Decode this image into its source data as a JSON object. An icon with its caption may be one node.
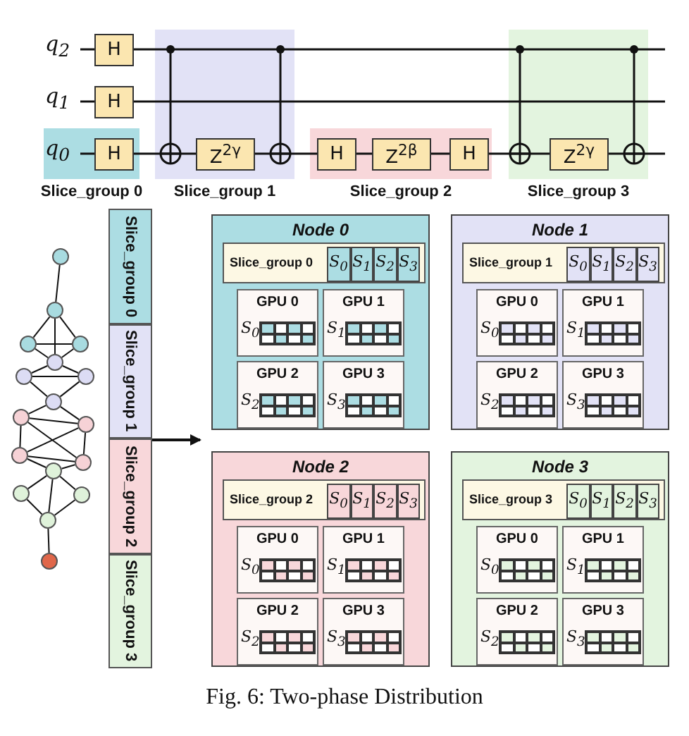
{
  "diagram": {
    "caption": "Fig. 6: Two-phase Distribution",
    "nodes": [
      {
        "text": [
          "H"
        ]
      },
      {
        "text": [
          "H"
        ]
      },
      {
        "text": [
          "Slice_group 0"
        ]
      },
      {
        "text": [
          "H"
        ],
        "in": 2
      },
      {
        "text": [
          "Slice_group 1"
        ]
      },
      {
        "text": [
          "Z$^{2γ}$"
        ],
        "in": 4
      },
      {
        "text": [
          "Slice_group 2"
        ]
      },
      {
        "text": [
          "H"
        ],
        "in": 6
      },
      {
        "text": [
          "Z$^{2β}$"
        ],
        "in": 6
      },
      {
        "text": [
          "H"
        ],
        "in": 6
      },
      {
        "text": [
          "Slice_group 3"
        ]
      },
      {
        "text": [
          "Z$^{2γ}$"
        ],
        "in": 10
      },
      {
        "text": [],
        "shape": "circle"
      },
      {
        "text": [],
        "shape": "circle"
      },
      {
        "text": [],
        "shape": "circle"
      },
      {
        "text": [],
        "shape": "circle"
      },
      {
        "text": [],
        "shape": "circle"
      },
      {
        "text": [],
        "shape": "circle"
      },
      {
        "text": [],
        "shape": "circle"
      },
      {
        "text": [],
        "shape": "circle"
      },
      {
        "text": [],
        "shape": "circle"
      },
      {
        "text": [],
        "shape": "circle"
      },
      {
        "text": [],
        "shape": "circle"
      },
      {
        "text": [],
        "shape": "circle"
      },
      {
        "text": [],
        "shape": "circle"
      },
      {
        "text": [],
        "shape": "circle"
      },
      {
        "text": [],
        "shape": "circle"
      },
      {
        "text": [],
        "shape": "circle"
      },
      {
        "text": [],
        "shape": "circle"
      },
      {
        "text": [],
        "shape": "box"
      },
      {
        "text": [
          "Slice_group 0"
        ],
        "in": 29
      },
      {
        "text": [
          "Slice_group 1"
        ],
        "in": 29
      },
      {
        "text": [
          "Slice_group 2"
        ],
        "in": 29
      },
      {
        "text": [
          "Slice_group 3"
        ],
        "in": 29
      },
      {
        "text": [
          "Node 0"
        ]
      },
      {
        "text": [
          "Slice_group 0"
        ],
        "in": 34
      },
      {
        "text": [
          "S$_{0}$"
        ],
        "in": 35
      },
      {
        "text": [
          "S$_{1}$"
        ],
        "in": 35
      },
      {
        "text": [
          "S$_{2}$"
        ],
        "in": 35
      },
      {
        "text": [
          "S$_{3}$"
        ],
        "in": 35
      },
      {
        "text": [
          "GPU 0",
          "S$_{0}$"
        ],
        "in": 34
      },
      {
        "text": [
          "GPU 1",
          "S$_{1}$"
        ],
        "in": 34
      },
      {
        "text": [
          "GPU 2",
          "S$_{2}$"
        ],
        "in": 34
      },
      {
        "text": [
          "GPU 3",
          "S$_{3}$"
        ],
        "in": 34
      },
      {
        "text": [
          "Node 1"
        ]
      },
      {
        "text": [
          "Slice_group 1"
        ],
        "in": 44
      },
      {
        "text": [
          "S$_{0}$"
        ],
        "in": 45
      },
      {
        "text": [
          "S$_{1}$"
        ],
        "in": 45
      },
      {
        "text": [
          "S$_{2}$"
        ],
        "in": 45
      },
      {
        "text": [
          "S$_{3}$"
        ],
        "in": 45
      },
      {
        "text": [
          "GPU 0",
          "S$_{0}$"
        ],
        "in": 44
      },
      {
        "text": [
          "GPU 1",
          "S$_{1}$"
        ],
        "in": 44
      },
      {
        "text": [
          "GPU 2",
          "S$_{2}$"
        ],
        "in": 44
      },
      {
        "text": [
          "GPU 3",
          "S$_{3}$"
        ],
        "in": 44
      },
      {
        "text": [
          "Node 2"
        ]
      },
      {
        "text": [
          "Slice_group 2"
        ],
        "in": 54
      },
      {
        "text": [
          "S$_{0}$"
        ],
        "in": 55
      },
      {
        "text": [
          "S$_{1}$"
        ],
        "in": 55
      },
      {
        "text": [
          "S$_{2}$"
        ],
        "in": 55
      },
      {
        "text": [
          "S$_{3}$"
        ],
        "in": 55
      },
      {
        "text": [
          "GPU 0",
          "S$_{0}$"
        ],
        "in": 54
      },
      {
        "text": [
          "GPU 1",
          "S$_{1}$"
        ],
        "in": 54
      },
      {
        "text": [
          "GPU 2",
          "S$_{2}$"
        ],
        "in": 54
      },
      {
        "text": [
          "GPU 3",
          "S$_{3}$"
        ],
        "in": 54
      },
      {
        "text": [
          "Node 3"
        ]
      },
      {
        "text": [
          "Slice_group 3"
        ],
        "in": 64
      },
      {
        "text": [
          "S$_{0}$"
        ],
        "in": 65
      },
      {
        "text": [
          "S$_{1}$"
        ],
        "in": 65
      },
      {
        "text": [
          "S$_{2}$"
        ],
        "in": 65
      },
      {
        "text": [
          "S$_{3}$"
        ],
        "in": 65
      },
      {
        "text": [
          "GPU 0",
          "S$_{0}$"
        ],
        "in": 64
      },
      {
        "text": [
          "GPU 1",
          "S$_{1}$"
        ],
        "in": 64
      },
      {
        "text": [
          "GPU 2",
          "S$_{2}$"
        ],
        "in": 64
      },
      {
        "text": [
          "GPU 3",
          "S$_{3}$"
        ],
        "in": 64
      }
    ],
    "edges": [
      {
        "from": 12,
        "to": 13,
        "arrow": "none"
      },
      {
        "from": 13,
        "to": 14,
        "arrow": "none"
      },
      {
        "from": 13,
        "to": 15,
        "arrow": "none"
      },
      {
        "from": 13,
        "to": 16,
        "arrow": "none"
      },
      {
        "from": 14,
        "to": 15,
        "arrow": "none"
      },
      {
        "from": 14,
        "to": 16,
        "arrow": "none"
      },
      {
        "from": 15,
        "to": 16,
        "arrow": "none"
      },
      {
        "from": 16,
        "to": 17,
        "arrow": "none"
      },
      {
        "from": 16,
        "to": 18,
        "arrow": "none"
      },
      {
        "from": 17,
        "to": 18,
        "arrow": "none"
      },
      {
        "from": 17,
        "to": 19,
        "arrow": "none"
      },
      {
        "from": 18,
        "to": 19,
        "arrow": "none"
      },
      {
        "from": 19,
        "to": 20,
        "arrow": "none"
      },
      {
        "from": 19,
        "to": 21,
        "arrow": "none"
      },
      {
        "from": 20,
        "to": 21,
        "arrow": "none"
      },
      {
        "from": 20,
        "to": 22,
        "arrow": "none"
      },
      {
        "from": 20,
        "to": 23,
        "arrow": "none"
      },
      {
        "from": 21,
        "to": 22,
        "arrow": "none"
      },
      {
        "from": 21,
        "to": 23,
        "arrow": "none"
      },
      {
        "from": 22,
        "to": 23,
        "arrow": "none"
      },
      {
        "from": 22,
        "to": 24,
        "arrow": "none"
      },
      {
        "from": 23,
        "to": 24,
        "arrow": "none"
      },
      {
        "from": 24,
        "to": 25,
        "arrow": "none"
      },
      {
        "from": 24,
        "to": 26,
        "arrow": "none"
      },
      {
        "from": 24,
        "to": 27,
        "arrow": "none"
      },
      {
        "from": 25,
        "to": 27,
        "arrow": "none"
      },
      {
        "from": 26,
        "to": 27,
        "arrow": "none"
      },
      {
        "from": 27,
        "to": 28,
        "arrow": "none"
      },
      {
        "from": 29,
        "to": 34,
        "arrow": "to"
      }
    ],
    "labels": [
      "q$_{2}$",
      "q$_{1}$",
      "q$_{0}$"
    ]
  }
}
